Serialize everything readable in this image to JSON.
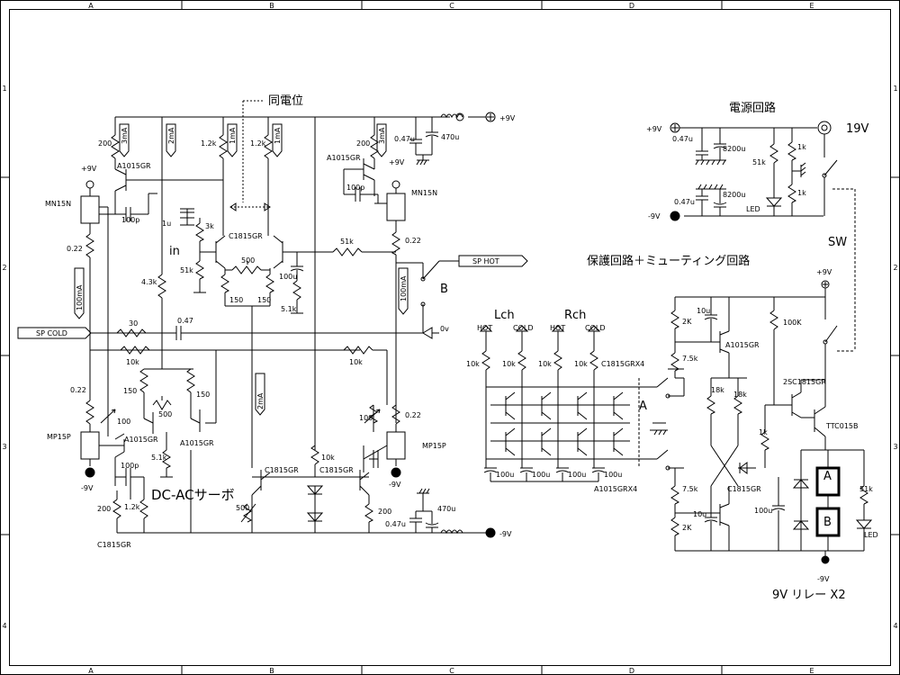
{
  "frame": {
    "col_labels": [
      "A",
      "B",
      "C",
      "D",
      "E"
    ],
    "row_labels": [
      "1",
      "2",
      "3",
      "4"
    ]
  },
  "amp": {
    "same_potential": "同電位",
    "plus9v_top": "+9V",
    "plus9v_a": "+9V",
    "plus9v_b": "+9V",
    "minus9v_a": "-9V",
    "minus9v_b": "-9V",
    "minus9v_bottom": "-9V",
    "c047_top": "0.47u",
    "c470_top": "470u",
    "c047_bot": "0.47u",
    "c470_bot": "470u",
    "mn15n_left": "MN15N",
    "mn15n_right": "MN15N",
    "mp15p_left": "MP15P",
    "mp15p_right": "MP15P",
    "a1015_tl": "A1015GR",
    "a1015_tr": "A1015GR",
    "a1015_ml": "A1015GR",
    "a1015_mr": "A1015GR",
    "c1815_diff": "C1815GR",
    "c1815_bl": "C1815GR",
    "c1815_b1": "C1815GR",
    "c1815_b2": "C1815GR",
    "r200_tl": "200",
    "r200_tr": "200",
    "r200_bl": "200",
    "r200_br": "200",
    "cur_3ma_l": "3mA",
    "cur_2ma_l": "2mA",
    "cur_1ma_a": "1mA",
    "cur_1ma_b": "1mA",
    "cur_3ma_r": "3mA",
    "cur_100ma_l": "100mA",
    "cur_100ma_r": "100mA",
    "cur_2ma_b": "2mA",
    "r12k_a": "1.2k",
    "r12k_b": "1.2k",
    "r12k_c": "1.2k",
    "c100p_l": "100p",
    "c100p_r": "100p",
    "c100p_b": "100p",
    "r022_tl": "0.22",
    "r022_tr": "0.22",
    "r022_bl": "0.22",
    "r022_br": "0.22",
    "c1u": "1u",
    "r3k": "3k",
    "in_label": "in",
    "r51k_a": "51k",
    "r51k_fb": "51k",
    "r500_diff": "500",
    "r150_a": "150",
    "r150_b": "150",
    "r150_c": "150",
    "r150_d": "150",
    "c100u": "100u",
    "r51k_b": "5.1k",
    "r51k_c": "5.1k",
    "r43k": "4.3k",
    "r30": "30",
    "c047_fb": "0.47",
    "r10k_a": "10k",
    "r10k_b": "10k",
    "r10k_c": "10k",
    "r500_mid": "500",
    "r500_bot": "500",
    "r100_l": "100",
    "r100_r": "100",
    "sp_hot": "SP HOT",
    "sp_cold": "SP COLD",
    "zero_v": "0v",
    "label_b": "B",
    "dcac_servo": "DC-ACサーボ"
  },
  "power": {
    "title": "電源回路",
    "plus9v": "+9V",
    "minus9v": "-9V",
    "c047_a": "0.47u",
    "c047_b": "0.47u",
    "c8200_a": "8200u",
    "c8200_b": "8200u",
    "r51k": "51k",
    "r1k_a": "1k",
    "r1k_b": "1k",
    "led": "LED",
    "v19": "19V"
  },
  "protect": {
    "title": "保護回路＋ミューティング回路",
    "sw": "SW",
    "lch": "Lch",
    "rch": "Rch",
    "hot_l": "HOT",
    "cold_l": "COLD",
    "hot_r": "HOT",
    "cold_r": "COLD",
    "r10k_1": "10k",
    "r10k_2": "10k",
    "r10k_3": "10k",
    "r10k_4": "10k",
    "c1815x4": "C1815GRX4",
    "a1015x4": "A1015GRX4",
    "c100u_1": "100u",
    "c100u_2": "100u",
    "c100u_3": "100u",
    "c100u_4": "100u",
    "label_a": "A",
    "plus9v": "+9V",
    "minus9v": "-9V",
    "r2k_a": "2K",
    "r2k_b": "2K",
    "c10u_a": "10u",
    "c10u_b": "10u",
    "r75k_a": "7.5k",
    "r75k_b": "7.5k",
    "a1015": "A1015GR",
    "c1815": "C1815GR",
    "r18k_a": "18k",
    "r18k_b": "18k",
    "r100k": "100K",
    "c100u": "100u",
    "r1k": "1k",
    "sc1815": "2SC1815GR",
    "ttc015b": "TTC015B",
    "relay_a": "A",
    "relay_b": "B",
    "r51k": "51k",
    "led": "LED",
    "relay_note": "9V リレー X2"
  }
}
